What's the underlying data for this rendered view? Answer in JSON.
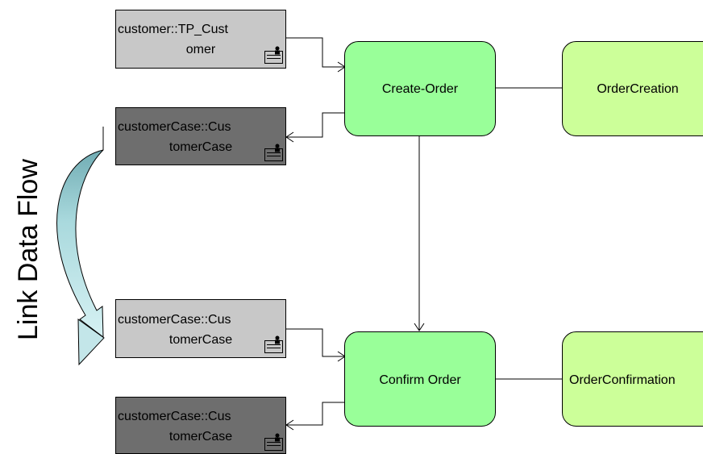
{
  "colors": {
    "data_object_input": "#c8c8c8",
    "data_object_output": "#6e6e6e",
    "process_fill": "#99ff99",
    "function_fill": "#ccff99",
    "flow_arrow": "#a8d8dc",
    "line": "#000000"
  },
  "diagram": {
    "side_label": "Link Data Flow",
    "processes": [
      {
        "label": "Create-Order"
      },
      {
        "label": "Confirm Order"
      }
    ],
    "functions": [
      {
        "label": "OrderCreation"
      },
      {
        "label": "OrderConfirmation"
      }
    ],
    "data_objects": [
      {
        "line1": "customer::TP_Cust",
        "line2": "omer",
        "icon": "person-document-icon"
      },
      {
        "line1": "customerCase::Cus",
        "line2": "tomerCase",
        "icon": "person-document-icon"
      },
      {
        "line1": "customerCase::Cus",
        "line2": "tomerCase",
        "icon": "person-document-icon"
      },
      {
        "line1": "customerCase::Cus",
        "line2": "tomerCase",
        "icon": "person-document-icon"
      }
    ]
  }
}
